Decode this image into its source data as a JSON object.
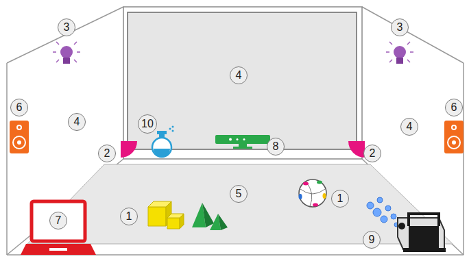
{
  "diagram": {
    "labels": [
      "3",
      "3",
      "4",
      "6",
      "4",
      "4",
      "6",
      "10",
      "8",
      "2",
      "2",
      "5",
      "1",
      "1",
      "7",
      "9"
    ]
  }
}
